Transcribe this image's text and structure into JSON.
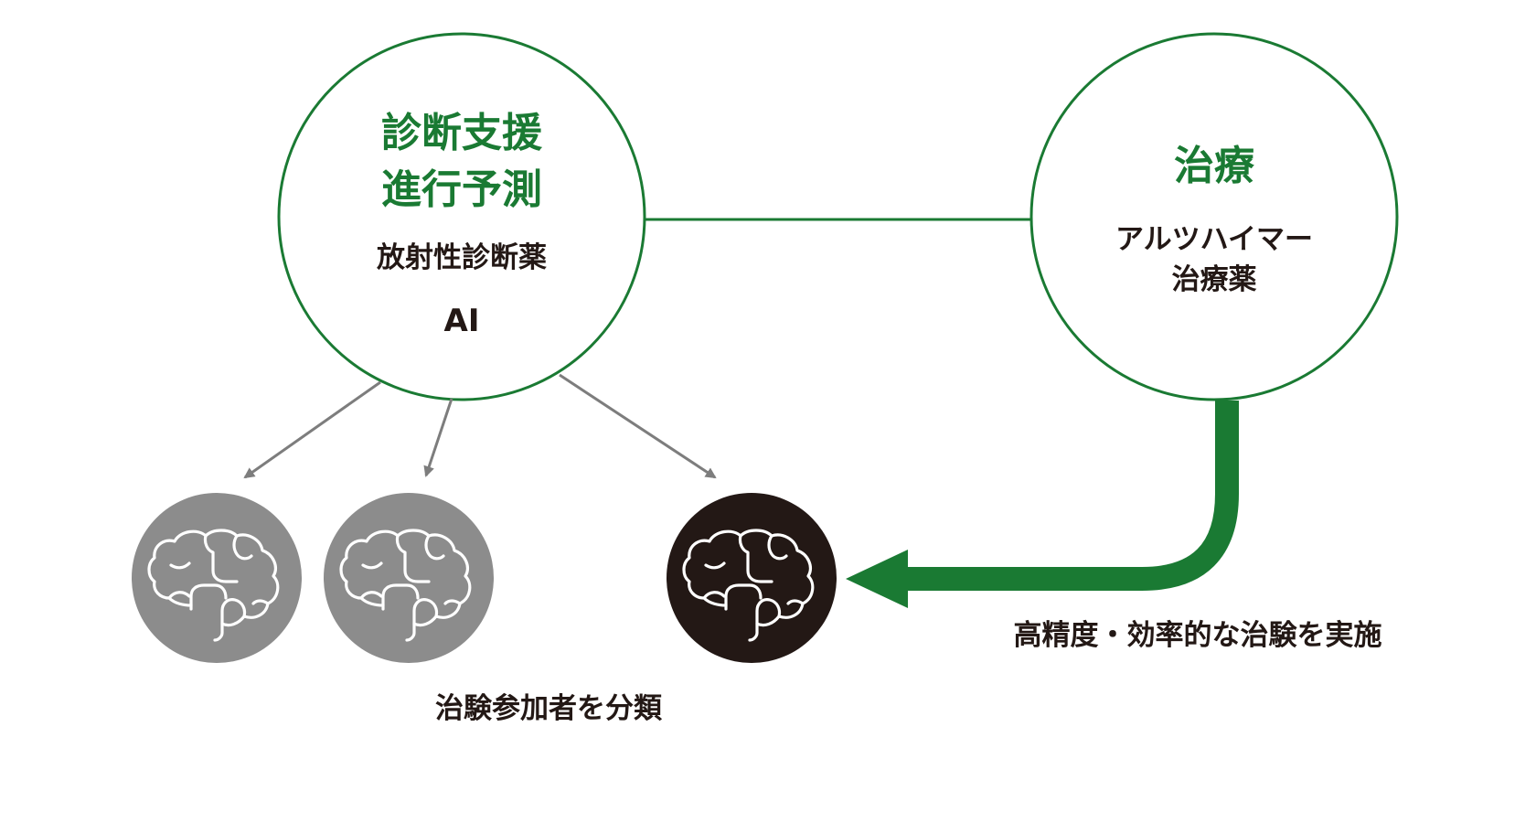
{
  "colors": {
    "green": "#1a7a33",
    "circle_stroke": "#1a7a33",
    "arrow_gray": "#7d7d7d",
    "brain_gray": "#8c8c8c",
    "brain_dark": "#231815",
    "text_dark": "#231815"
  },
  "left_circle": {
    "title_line1": "診断支援",
    "title_line2": "進行予測",
    "item1": "放射性診断薬",
    "item2": "AI"
  },
  "right_circle": {
    "title": "治療",
    "item_line1": "アルツハイマー",
    "item_line2": "治療薬"
  },
  "brains": [
    {
      "icon": "brain-icon",
      "fill": "gray"
    },
    {
      "icon": "brain-icon",
      "fill": "gray"
    },
    {
      "icon": "brain-icon",
      "fill": "dark"
    }
  ],
  "captions": {
    "classify": "治験参加者を分類",
    "trial": "高精度・効率的な治験を実施"
  }
}
